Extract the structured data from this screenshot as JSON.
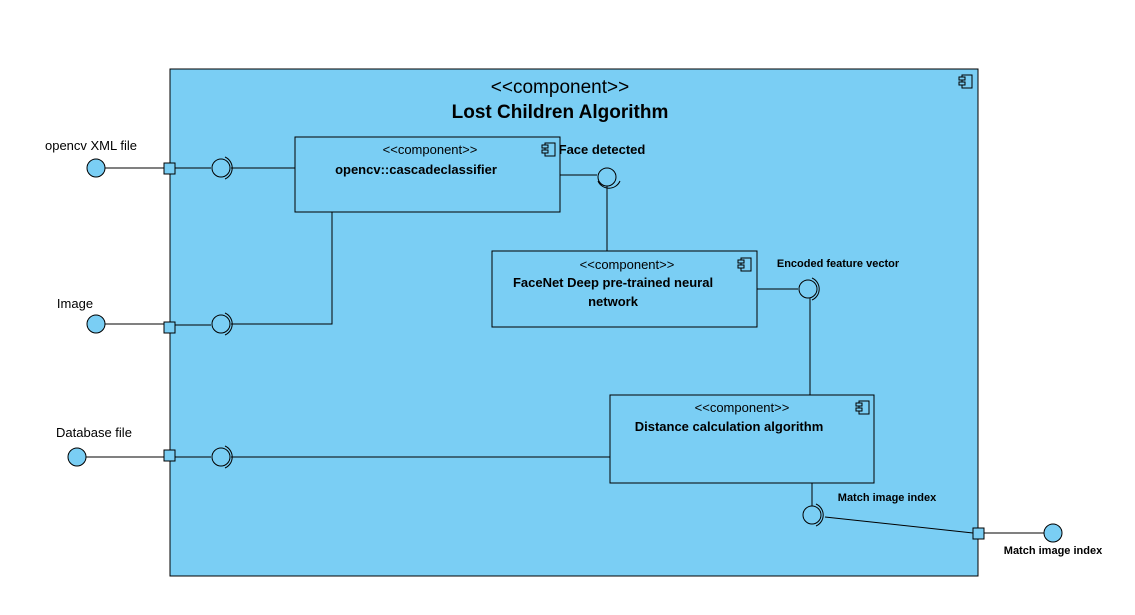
{
  "main_component": {
    "stereotype": "<<component>>",
    "name": "Lost Children Algorithm"
  },
  "components": [
    {
      "id": "cascade",
      "stereotype": "<<component>>",
      "name": "opencv::cascadeclassifier"
    },
    {
      "id": "facenet",
      "stereotype": "<<component>>",
      "name_lines": [
        "FaceNet Deep pre-trained neural",
        "network"
      ]
    },
    {
      "id": "distance",
      "stereotype": "<<component>>",
      "name": "Distance calculation algorithm"
    }
  ],
  "external_inputs": [
    {
      "label": "opencv XML file"
    },
    {
      "label": "Image"
    },
    {
      "label": "Database file"
    }
  ],
  "interfaces": {
    "face_detected": "Face detected",
    "encoded_feature_vector": "Encoded feature vector",
    "match_image_index_inner": "Match image index"
  },
  "external_output": {
    "label": "Match image index"
  },
  "colors": {
    "component_fill": "#7ACEF4",
    "stroke": "#000000"
  }
}
